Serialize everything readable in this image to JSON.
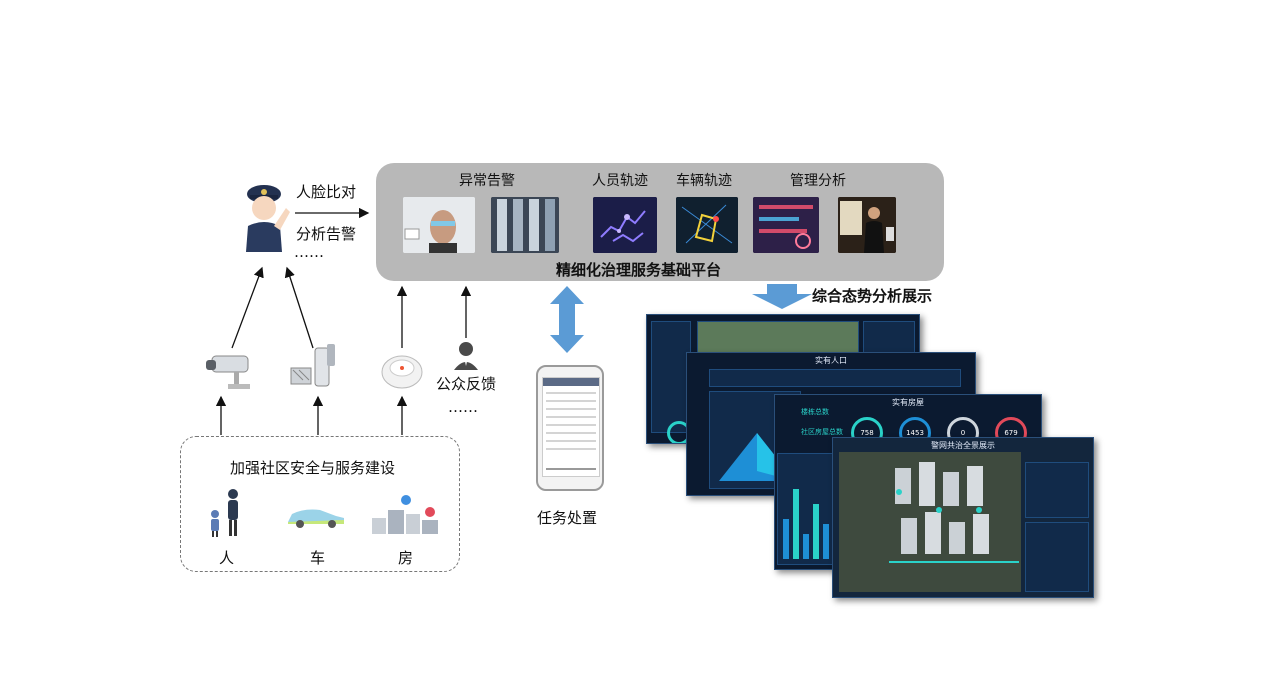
{
  "platform": {
    "title": "精细化治理服务基础平台",
    "captions": {
      "alert": "异常告警",
      "people": "人员轨迹",
      "vehicle": "车辆轨迹",
      "manage": "管理分析"
    }
  },
  "face": {
    "line1": "人脸比对",
    "line2": "分析告警",
    "ellipsis": "……"
  },
  "public": {
    "label": "公众反馈",
    "ellipsis": "……"
  },
  "community": {
    "title": "加强社区安全与服务建设",
    "items": [
      "人",
      "车",
      "房"
    ]
  },
  "task": {
    "label": "任务处置"
  },
  "analysis": {
    "label": "综合态势分析展示"
  },
  "dashboards": [
    {
      "title": ""
    },
    {
      "title": "实有人口"
    },
    {
      "title": "实有房屋"
    },
    {
      "title": "警网共治全景展示"
    }
  ],
  "dashboard_texts": {
    "stat1": "楼栋总数",
    "stat2": "社区房屋总数",
    "gauges": [
      "758",
      "1453",
      "0",
      "679"
    ]
  },
  "colors": {
    "panel": "#b8b8b8",
    "arrow": "#5b9bd5",
    "dash_bg": "#0b1a30",
    "accent": "#2ad2c9"
  }
}
